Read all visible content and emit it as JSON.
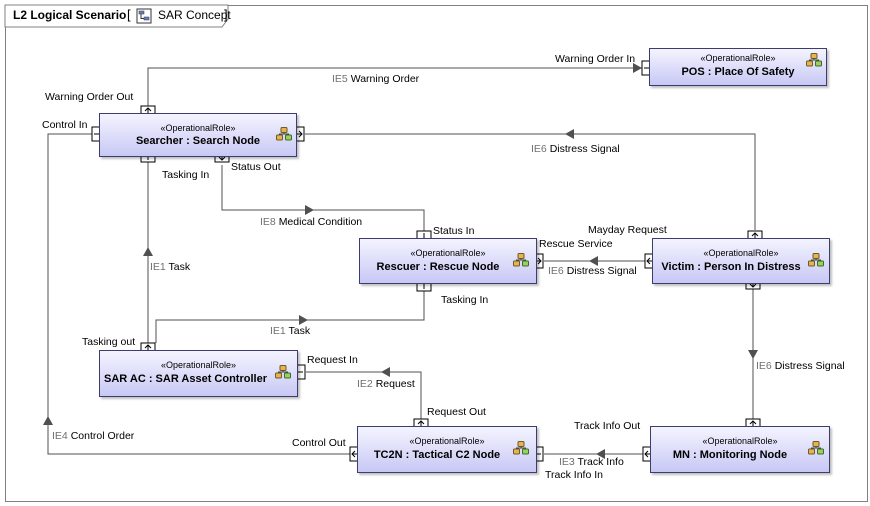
{
  "frame": {
    "title": "L2 Logical Scenario",
    "diagram_name": "SAR Concept"
  },
  "stereotype": "«OperationalRole»",
  "nodes": {
    "pos": "POS : Place Of Safety",
    "searcher": "Searcher : Search Node",
    "rescuer": "Rescuer : Rescue Node",
    "victim": "Victim : Person In Distress",
    "sarac": "SAR AC : SAR Asset Controller",
    "tc2n": "TC2N : Tactical C2 Node",
    "mn": "MN : Monitoring Node"
  },
  "ports": {
    "warning_order_in": "Warning Order In",
    "warning_order_out": "Warning Order Out",
    "control_in": "Control In",
    "tasking_in_searcher": "Tasking In",
    "status_out": "Status Out",
    "status_in": "Status In",
    "rescue_service": "Rescue Service",
    "mayday_request": "Mayday Request",
    "tasking_in_rescuer": "Tasking In",
    "tasking_out": "Tasking out",
    "request_in": "Request In",
    "request_out": "Request Out",
    "control_out": "Control Out",
    "track_info_out": "Track Info Out",
    "track_info_in": "Track Info In"
  },
  "flows": {
    "ie5": {
      "id": "IE5",
      "name": "Warning Order"
    },
    "ie6a": {
      "id": "IE6",
      "name": "Distress Signal"
    },
    "ie8": {
      "id": "IE8",
      "name": "Medical Condition"
    },
    "ie1a": {
      "id": "IE1",
      "name": "Task"
    },
    "ie6b": {
      "id": "IE6",
      "name": "Distress Signal"
    },
    "ie1b": {
      "id": "IE1",
      "name": "Task"
    },
    "ie2": {
      "id": "IE2",
      "name": "Request"
    },
    "ie6c": {
      "id": "IE6",
      "name": "Distress Signal"
    },
    "ie4": {
      "id": "IE4",
      "name": "Control Order"
    },
    "ie3": {
      "id": "IE3",
      "name": "Track Info"
    }
  }
}
